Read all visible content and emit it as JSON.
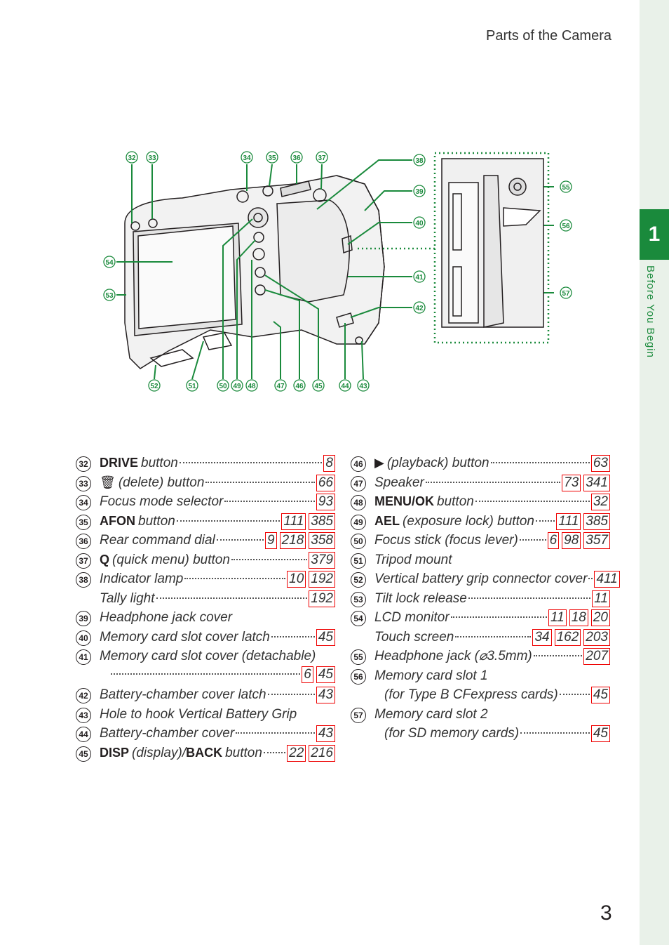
{
  "header": "Parts of the Camera",
  "chapter": {
    "number": "1",
    "label": "Before You Begin"
  },
  "page_number": "3",
  "callouts": [
    "32",
    "33",
    "34",
    "35",
    "36",
    "37",
    "38",
    "39",
    "40",
    "41",
    "42",
    "43",
    "44",
    "45",
    "46",
    "47",
    "48",
    "49",
    "50",
    "51",
    "52",
    "53",
    "54",
    "55",
    "56",
    "57"
  ],
  "left_items": [
    {
      "num": "32",
      "bold": "DRIVE",
      "text": "button",
      "refs": [
        "8"
      ]
    },
    {
      "num": "33",
      "icon": "🗑",
      "text": "(delete) button",
      "refs": [
        "66"
      ]
    },
    {
      "num": "34",
      "text": "Focus mode selector",
      "refs": [
        "93"
      ]
    },
    {
      "num": "35",
      "bold": "AFON",
      "text": "button",
      "refs": [
        "111",
        "385"
      ]
    },
    {
      "num": "36",
      "text": "Rear command dial",
      "refs": [
        "9",
        "218",
        "358"
      ]
    },
    {
      "num": "37",
      "bold": "Q",
      "text": "(quick menu) button",
      "refs": [
        "379"
      ]
    },
    {
      "num": "38",
      "text": "Indicator lamp",
      "refs": [
        "10",
        "192"
      ]
    },
    {
      "num": "",
      "text": "Tally light",
      "refs": [
        "192"
      ]
    },
    {
      "num": "39",
      "text": "Headphone jack cover",
      "refs": []
    },
    {
      "num": "40",
      "text": "Memory card slot cover latch",
      "refs": [
        "45"
      ]
    },
    {
      "num": "41",
      "text": "Memory card slot cover (detachable)",
      "refs": []
    },
    {
      "num": "",
      "text": "",
      "refs": [
        "6",
        "45"
      ]
    },
    {
      "num": "42",
      "text": "Battery-chamber cover latch",
      "refs": [
        "43"
      ]
    },
    {
      "num": "43",
      "text": "Hole to hook Vertical Battery Grip",
      "refs": []
    },
    {
      "num": "44",
      "text": "Battery-chamber cover",
      "refs": [
        "43"
      ]
    },
    {
      "num": "45",
      "bold": "DISP",
      "text": "(display)/",
      "bold2": "BACK",
      "text2": "button",
      "refs": [
        "22",
        "216"
      ]
    }
  ],
  "right_items": [
    {
      "num": "46",
      "icon": "▶",
      "text": "(playback) button",
      "refs": [
        "63"
      ]
    },
    {
      "num": "47",
      "text": "Speaker",
      "refs": [
        "73",
        "341"
      ]
    },
    {
      "num": "48",
      "bold": "MENU/OK",
      "text": "button",
      "refs": [
        "32"
      ]
    },
    {
      "num": "49",
      "bold": "AEL",
      "text": "(exposure lock) button",
      "refs": [
        "111",
        "385"
      ]
    },
    {
      "num": "50",
      "text": "Focus stick (focus lever)",
      "refs": [
        "6",
        "98",
        "357"
      ]
    },
    {
      "num": "51",
      "text": "Tripod mount",
      "refs": []
    },
    {
      "num": "52",
      "text": "Vertical battery grip connector cover",
      "refs": [
        "411"
      ]
    },
    {
      "num": "53",
      "text": "Tilt lock release",
      "refs": [
        "11"
      ]
    },
    {
      "num": "54",
      "text": "LCD monitor",
      "refs": [
        "11",
        "18",
        "20"
      ]
    },
    {
      "num": "",
      "text": "Touch screen",
      "refs": [
        "34",
        "162",
        "203"
      ]
    },
    {
      "num": "55",
      "text": "Headphone jack (⌀3.5mm)",
      "refs": [
        "207"
      ]
    },
    {
      "num": "56",
      "text": "Memory card slot 1",
      "refs": []
    },
    {
      "num": "",
      "text": "(for Type B CFexpress cards)",
      "refs": [
        "45"
      ],
      "indent": true
    },
    {
      "num": "57",
      "text": "Memory card slot 2",
      "refs": []
    },
    {
      "num": "",
      "text": "(for SD memory cards)",
      "refs": [
        "45"
      ],
      "indent": true
    }
  ],
  "colors": {
    "accent": "#1a8a3c",
    "ref_border": "#e00000"
  }
}
